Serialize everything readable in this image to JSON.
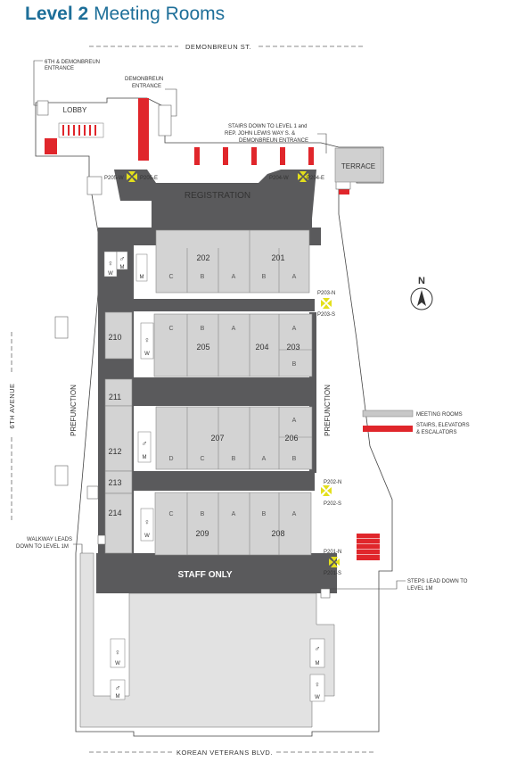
{
  "title": {
    "level": "Level 2",
    "rest": "Meeting Rooms"
  },
  "streets": {
    "north": "DEMONBREUN ST.",
    "south": "KOREAN VETERANS BLVD.",
    "west": "6TH AVENUE"
  },
  "labels": {
    "entrance_6th_l1": "6TH & DEMONBREUN",
    "entrance_6th_l2": "ENTRANCE",
    "entrance_dem_l1": "DEMONBREUN",
    "entrance_dem_l2": "ENTRANCE",
    "stairs_l1": "STAIRS DOWN TO LEVEL 1 and",
    "stairs_l2": "REP. JOHN LEWIS WAY S. &",
    "stairs_l3": "DEMONBREUN ENTRANCE",
    "lobby": "LOBBY",
    "terrace": "TERRACE",
    "registration": "REGISTRATION",
    "prefunction_west": "PREFUNCTION",
    "prefunction_east": "PREFUNCTION",
    "staff_only": "STAFF ONLY",
    "walkway_l1": "WALKWAY LEADS",
    "walkway_l2": "DOWN TO LEVEL 1M",
    "steps_l1": "STEPS LEAD DOWN TO",
    "steps_l2": "LEVEL 1M",
    "north_arrow": "N"
  },
  "doors": {
    "p205w": "P205-W",
    "p205e": "P205-E",
    "p204w": "P204-W",
    "p204e": "P204-E",
    "p203n": "P203-N",
    "p203s": "P203-S",
    "p202n": "P202-N",
    "p202s": "P202-S",
    "p201n": "P201-N",
    "p201s": "P201-S"
  },
  "rooms": {
    "r202": "202",
    "r201": "201",
    "r205": "205",
    "r204": "204",
    "r203": "203",
    "r207": "207",
    "r206": "206",
    "r209": "209",
    "r208": "208",
    "r210": "210",
    "r211": "211",
    "r212": "212",
    "r213": "213",
    "r214": "214"
  },
  "sections": {
    "a": "A",
    "b": "B",
    "c": "C",
    "d": "D"
  },
  "restrooms": {
    "m": "M",
    "w": "W"
  },
  "legend": {
    "meeting_rooms": "MEETING ROOMS",
    "stairs_l1": "STAIRS, ELEVATORS",
    "stairs_l2": "& ESCALATORS",
    "meeting_color": "#c8c8c8",
    "stairs_color": "#e0262b"
  },
  "colors": {
    "title": "#1e6f99",
    "room": "#d3d3d3",
    "dark": "#5a5a5c",
    "light": "#e2e2e2",
    "red": "#e0262b",
    "door": "#e3df1c"
  }
}
